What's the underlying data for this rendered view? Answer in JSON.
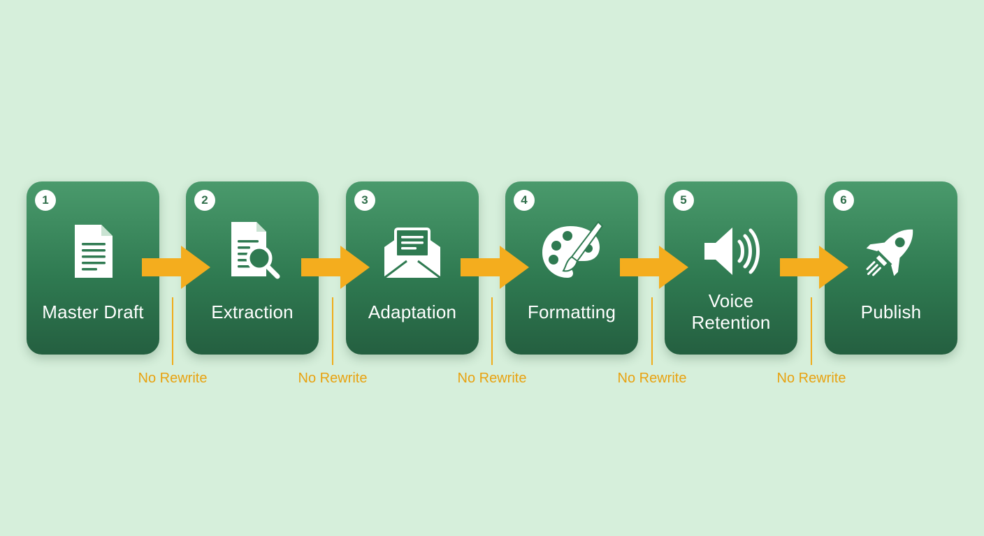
{
  "colors": {
    "background": "#d6efdb",
    "card_top": "#4a9a6c",
    "card_bottom": "#245f40",
    "arrow": "#f4ad1e",
    "note_text": "#e8a210"
  },
  "steps": [
    {
      "number": "1",
      "label": "Master Draft",
      "icon": "document-icon"
    },
    {
      "number": "2",
      "label": "Extraction",
      "icon": "document-search-icon"
    },
    {
      "number": "3",
      "label": "Adaptation",
      "icon": "envelope-icon"
    },
    {
      "number": "4",
      "label": "Formatting",
      "icon": "palette-brush-icon"
    },
    {
      "number": "5",
      "label": "Voice Retention",
      "icon": "speaker-icon"
    },
    {
      "number": "6",
      "label": "Publish",
      "icon": "rocket-icon"
    }
  ],
  "connectors": [
    {
      "note": "No Rewrite"
    },
    {
      "note": "No Rewrite"
    },
    {
      "note": "No Rewrite"
    },
    {
      "note": "No Rewrite"
    },
    {
      "note": "No Rewrite"
    }
  ]
}
